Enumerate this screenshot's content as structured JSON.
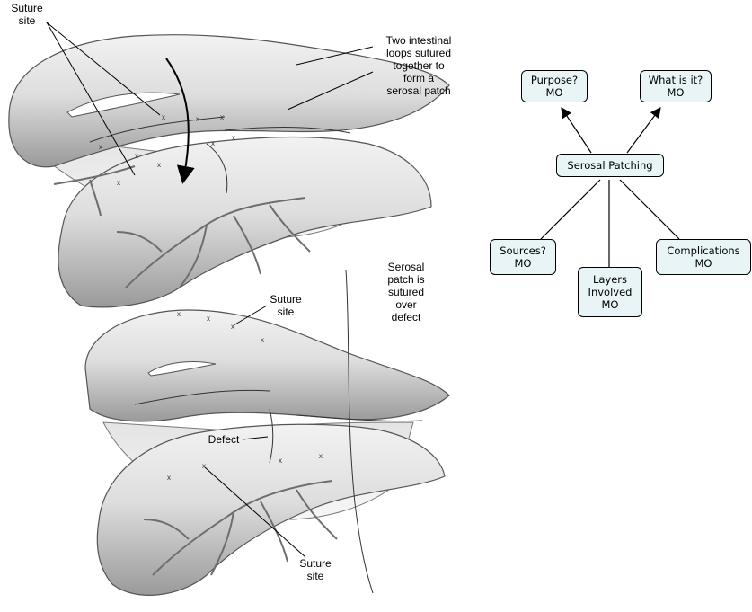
{
  "illustration": {
    "labels": {
      "suture_site_top": "Suture\nsite",
      "two_loops": "Two intestinal\nloops sutured\ntogether to\nform a\nserosal patch",
      "suture_site_mid": "Suture\nsite",
      "serosal_patch": "Serosal\npatch is\nsutured\nover\ndefect",
      "defect": "Defect",
      "suture_site_bottom": "Suture\nsite"
    }
  },
  "concept_map": {
    "nodes": {
      "purpose": "Purpose?\nMO",
      "what_is_it": "What is it?\nMO",
      "center": "Serosal Patching",
      "sources": "Sources?\nMO",
      "layers": "Layers\nInvolved\nMO",
      "complications": "Complications\nMO"
    },
    "colors": {
      "node_fill": "#e8f4f6",
      "node_border": "#000000"
    }
  }
}
